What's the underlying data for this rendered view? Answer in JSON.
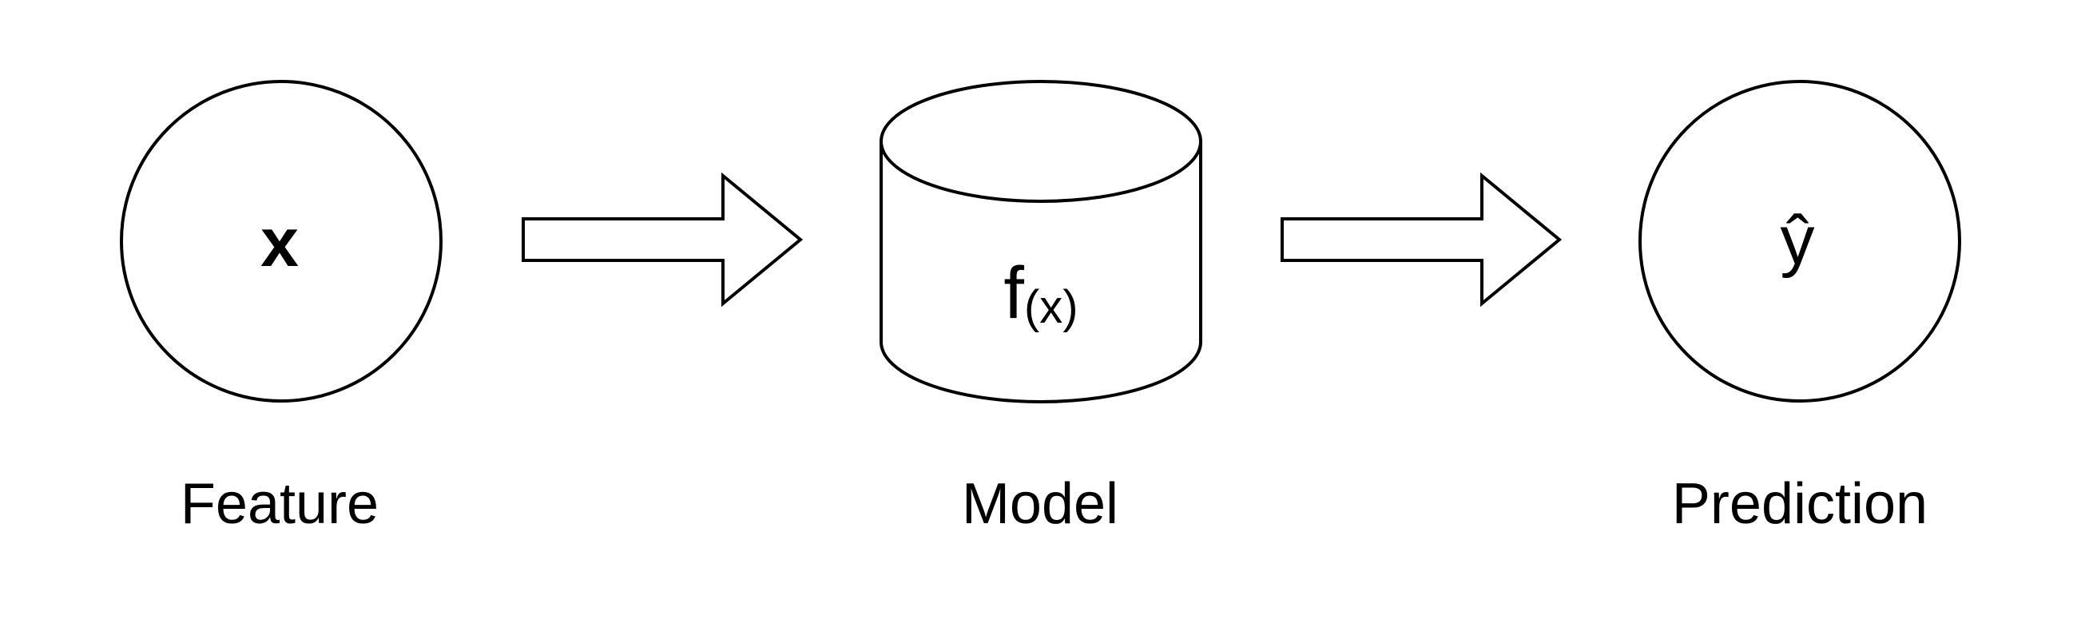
{
  "nodes": {
    "feature": {
      "symbol": "x",
      "label": "Feature"
    },
    "model": {
      "symbol_main": "f",
      "symbol_arg": "(x)",
      "label": "Model"
    },
    "prediction": {
      "symbol": "ŷ",
      "label": "Prediction"
    }
  },
  "colors": {
    "stroke": "#000000",
    "fill": "#ffffff",
    "prediction_symbol": "#555555"
  }
}
